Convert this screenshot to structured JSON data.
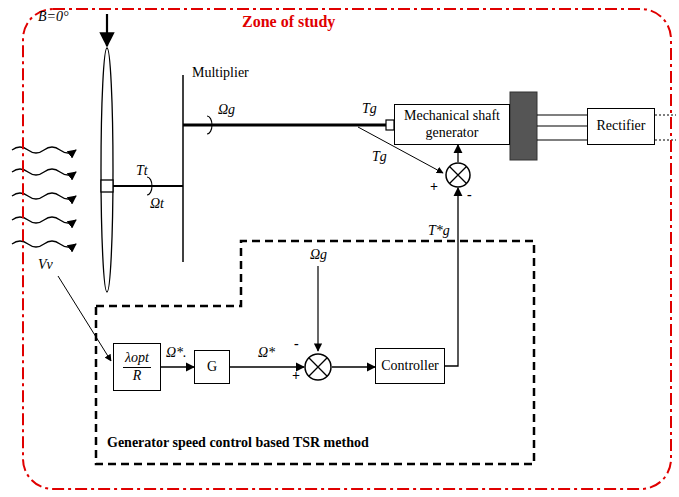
{
  "diagram": {
    "nodes": [
      {
        "text": [
          "Zone of study"
        ]
      },
      {
        "text": [
          "Mechanical shaft generator"
        ],
        "in": 0
      },
      {
        "text": [
          "Rectifier"
        ],
        "in": 0
      },
      {
        "text": [
          "Generator speed control based TSR method"
        ],
        "in": 0
      },
      {
        "text": [
          "λopt",
          "R"
        ],
        "in": 3
      },
      {
        "text": [
          "G"
        ],
        "in": 3
      },
      {
        "text": [
          "-",
          "+"
        ],
        "in": 3
      },
      {
        "text": [
          "Controller"
        ],
        "in": 3
      },
      {
        "text": [
          "+",
          "-"
        ],
        "in": 0
      }
    ],
    "edges": [
      {
        "from": 4,
        "to": 5,
        "arrow": "to",
        "label": "Ω*."
      },
      {
        "from": 5,
        "to": 6,
        "arrow": "to",
        "label": "Ω*"
      },
      {
        "from": 6,
        "to": 7,
        "arrow": "to"
      },
      {
        "from": 7,
        "to": 8,
        "arrow": "to",
        "label": "T*g"
      },
      {
        "from": 8,
        "to": 1,
        "arrow": "to"
      }
    ],
    "labels": [
      "B=0°",
      "Multiplier",
      "Ωg",
      "Tg",
      "Tt",
      "Ωt",
      "Vv",
      "Ωg",
      "Tg"
    ]
  }
}
